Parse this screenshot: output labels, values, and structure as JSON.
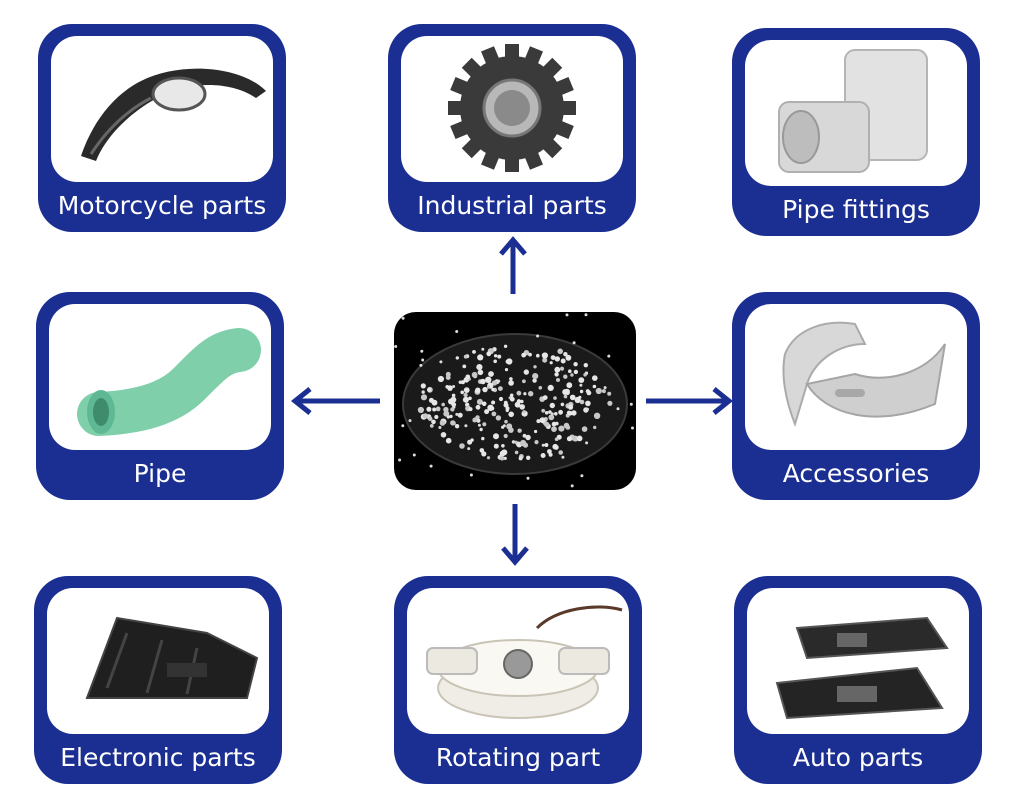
{
  "categories": [
    {
      "id": "motorcycle",
      "label": "Motorcycle parts",
      "icon": "motorcycle-part-image"
    },
    {
      "id": "industrial",
      "label": "Industrial parts",
      "icon": "gear-image"
    },
    {
      "id": "pipe-fittings",
      "label": "Pipe fittings",
      "icon": "pipe-fitting-image"
    },
    {
      "id": "pipe",
      "label": "Pipe",
      "icon": "pipe-image"
    },
    {
      "id": "accessories",
      "label": "Accessories",
      "icon": "accessory-image"
    },
    {
      "id": "electronic",
      "label": "Electronic parts",
      "icon": "electronic-part-image"
    },
    {
      "id": "rotating",
      "label": "Rotating part",
      "icon": "rotating-part-image"
    },
    {
      "id": "auto",
      "label": "Auto parts",
      "icon": "auto-part-image"
    }
  ],
  "center": {
    "icon": "plastic-granules-image"
  },
  "colors": {
    "card": "#1b2f92",
    "arrow": "#1b2f92",
    "label": "#ffffff"
  }
}
